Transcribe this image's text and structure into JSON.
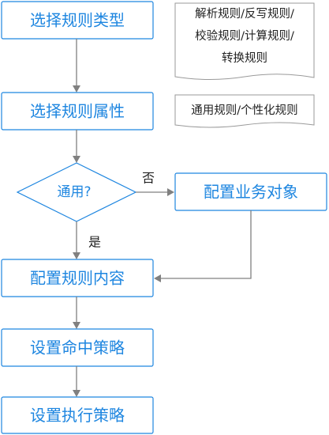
{
  "steps": {
    "select_type": "选择规则类型",
    "select_attribute": "选择规则属性",
    "decision_common": "通用?",
    "config_business_object": "配置业务对象",
    "config_rule_content": "配置规则内容",
    "set_hit_policy": "设置命中策略",
    "set_exec_policy": "设置执行策略"
  },
  "notes": {
    "type_note": [
      "解析规则/反写规则/",
      "校验规则/计算规则/",
      "转换规则"
    ],
    "attribute_note": "通用规则/个性化规则"
  },
  "edge_labels": {
    "no": "否",
    "yes": "是"
  },
  "colors": {
    "primary": "#1e86e0",
    "connector": "#808080",
    "note_border": "#9a9a9a"
  }
}
